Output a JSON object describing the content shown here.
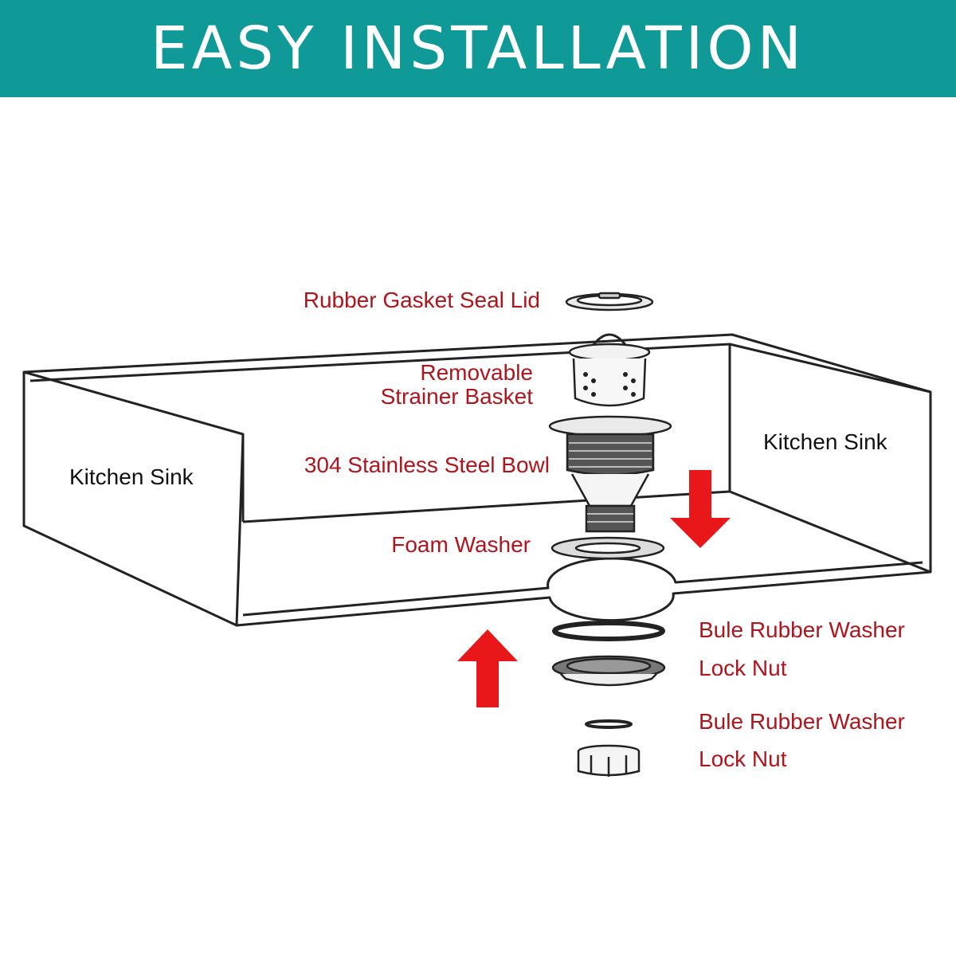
{
  "banner": {
    "title": "EASY INSTALLATION",
    "color": "#0f9a98"
  },
  "colors": {
    "label": "#b0141c",
    "arrow": "#e8181a",
    "line": "#222222"
  },
  "labels": {
    "rubber_gasket_seal_lid": "Rubber Gasket Seal Lid",
    "removable_strainer_basket_line1": "Removable",
    "removable_strainer_basket_line2": "Strainer Basket",
    "stainless_steel_bowl": "304 Stainless Steel Bowl",
    "foam_washer": "Foam Washer",
    "bule_rubber_washer_1": "Bule Rubber Washer",
    "lock_nut_1": "Lock Nut",
    "bule_rubber_washer_2": "Bule Rubber Washer",
    "lock_nut_2": "Lock Nut",
    "kitchen_sink_left": "Kitchen Sink",
    "kitchen_sink_right": "Kitchen Sink"
  },
  "icons": [
    "arrow-down-icon",
    "arrow-up-icon"
  ]
}
